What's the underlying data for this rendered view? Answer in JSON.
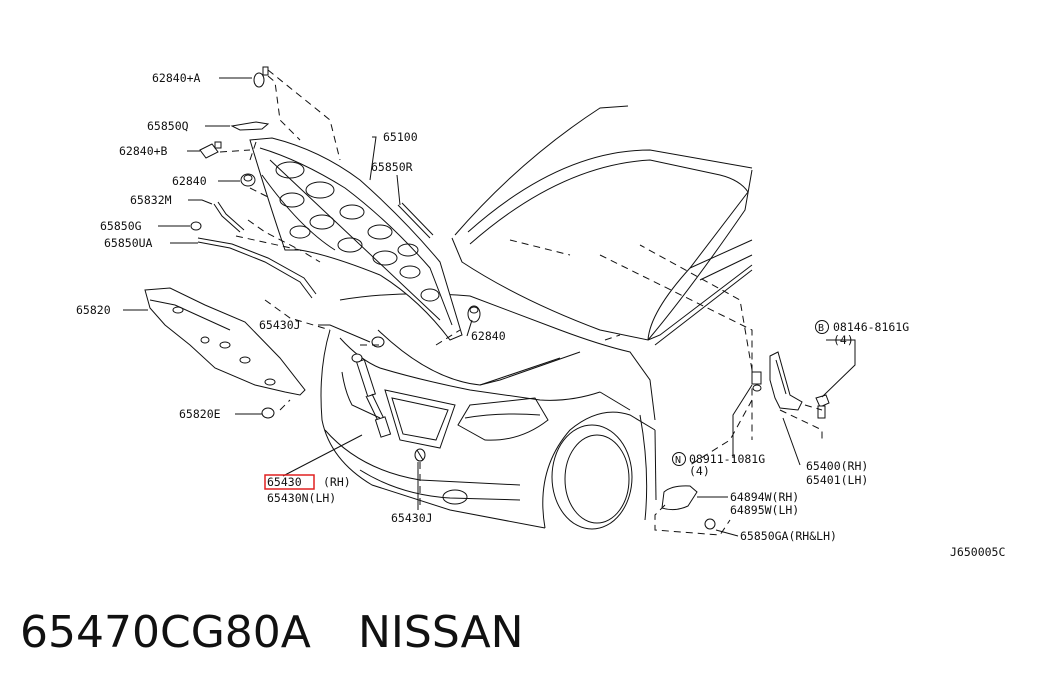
{
  "diagram_code": "J650005C",
  "part_number": "65470CG80A",
  "brand": "NISSAN",
  "highlight_color": "#e02020",
  "callouts": {
    "c62840a": "62840+A",
    "c65850q": "65850Q",
    "c62840b": "62840+B",
    "c62840": "62840",
    "c65832m": "65832M",
    "c65850g": "65850G",
    "c65850ua": "65850UA",
    "c65100": "65100",
    "c65850r": "65850R",
    "c65820": "65820",
    "c65430j_top": "65430J",
    "c62840_right": "62840",
    "c65820e": "65820E",
    "c65430": "65430",
    "c65430_rh": "(RH)",
    "c65430n": "65430N(LH)",
    "c65430j_bottom": "65430J",
    "c08146_marker": "B",
    "c08146": "08146-8161G",
    "c08146_qty": "(4)",
    "c08911_marker": "N",
    "c08911": "08911-1081G",
    "c08911_qty": "(4)",
    "c65400": "65400(RH)",
    "c65401": "65401(LH)",
    "c64894w": "64894W(RH)",
    "c64895w": "64895W(LH)",
    "c65850ga": "65850GA(RH&LH)"
  }
}
